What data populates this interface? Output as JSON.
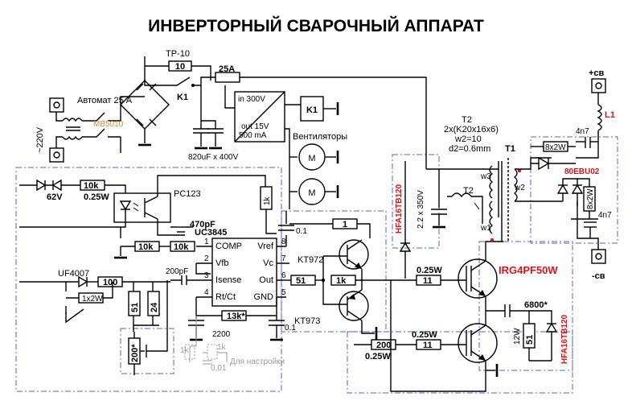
{
  "title": "ИНВЕРТОРНЫЙ СВАРОЧНЫЙ АППАРАТ",
  "mains": {
    "voltage": "~220V",
    "breaker": "Автомат 25 А",
    "bridge": "MB5010",
    "relay": "K1",
    "relay_coil": "K1",
    "tp": "TP-10",
    "tp_value": "10",
    "fuse": "25A",
    "bulk_caps": "820uF x 400V"
  },
  "psu": {
    "line_in": "in 300V",
    "line_out": "out 15V",
    "line_current": "500 mA",
    "fans_label": "Вентиляторы",
    "fan_symbol": "M"
  },
  "feedback": {
    "zener": "62V",
    "resistor": "10k",
    "resistor_power": "0.25W",
    "optocoupler": "PC123",
    "r_1k": "1k",
    "c_470pf": "470pF"
  },
  "controller": {
    "chip": "UC3845",
    "pins": {
      "comp": "COMP",
      "vfb": "Vfb",
      "isense": "Isense",
      "rtct": "Rt/Ct",
      "vref": "Vref",
      "vc": "Vc",
      "out": "Out",
      "gnd": "GND"
    },
    "pin_numbers": [
      "1",
      "2",
      "3",
      "4",
      "8",
      "7",
      "6",
      "5"
    ],
    "r_comp1": "10k",
    "r_comp2": "10k",
    "c_200pf": "200pF",
    "c_0_1": "0.1",
    "r_13k": "13k*",
    "c_2200": "2200",
    "c_0_1b": "0.1",
    "adjust_note": "Для настройки",
    "adjust_r1": "1k",
    "adjust_r2": "1k",
    "adjust_c": "0.01"
  },
  "current_sense": {
    "diode": "UF4007",
    "r_100": "100",
    "r_1x2w": "1x2W",
    "r_51": "51",
    "r_24": "24",
    "trimmer": "200*"
  },
  "driver": {
    "r_1": "1",
    "r_51": "51",
    "r_1k": "1k",
    "t_top": "KT972",
    "t_bottom": "KT973"
  },
  "power_stage": {
    "diode_clamp": "HFA16TB120",
    "caps": "2.2 x 350V",
    "r_gate1_power": "0.25W",
    "r_gate1": "11",
    "r_gate2_power": "0.25W",
    "r_gate2": "11",
    "r_200": "200",
    "r_200_power": "0.25W",
    "igbt": "IRG4PF50W",
    "snubber_cap": "6800*",
    "r_12w": "12W",
    "r_51": "51",
    "diode_low": "HFA16TB120",
    "choke": "T2"
  },
  "transformer": {
    "name": "T2",
    "core": "2x(K20x16x6)",
    "w2": "w2=10",
    "d2": "d2=0.6mm",
    "t1": "T1",
    "w3": "w3",
    "w1": "w1",
    "w2_label": "w2"
  },
  "output": {
    "plus": "+св",
    "minus": "-св",
    "choke": "L1",
    "cap_top": "4n7",
    "cap_bottom": "4n7",
    "r_top": "8x2W",
    "r_bottom": "8x2W",
    "diodes": "80EBU02"
  }
}
